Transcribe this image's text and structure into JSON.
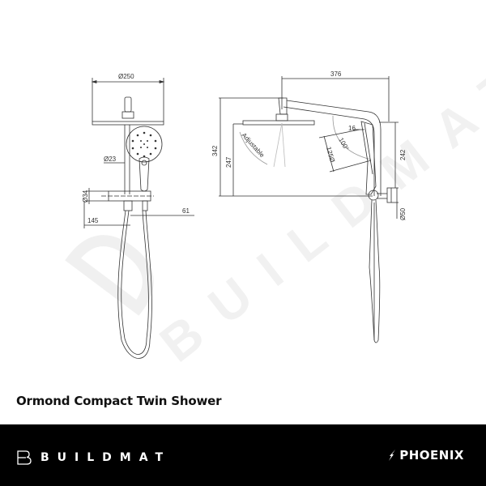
{
  "product": {
    "title": "Ormond Compact Twin Shower"
  },
  "drawing": {
    "front_view": {
      "dimensions": {
        "head_diameter": "Ø250",
        "rail_diameter": "Ø23",
        "bracket_diameter": "Ø34",
        "bracket_offset": "145",
        "handshower_offset": "61"
      }
    },
    "side_view": {
      "dimensions": {
        "arm_projection": "376",
        "overall_height": "342",
        "head_height": "247",
        "handshower_length": "242",
        "handshower_width": "16",
        "handshower_diameter": "125Ø",
        "handshower_angle": "100°",
        "inlet_diameter": "Ø50"
      },
      "annotations": {
        "adjustable": "Adjustable"
      }
    },
    "watermark": "BUILDMAT"
  },
  "footer": {
    "brand_left": "BUILDMAT",
    "brand_right": "PHOENIX",
    "background": "#000000",
    "text_color": "#ffffff"
  }
}
